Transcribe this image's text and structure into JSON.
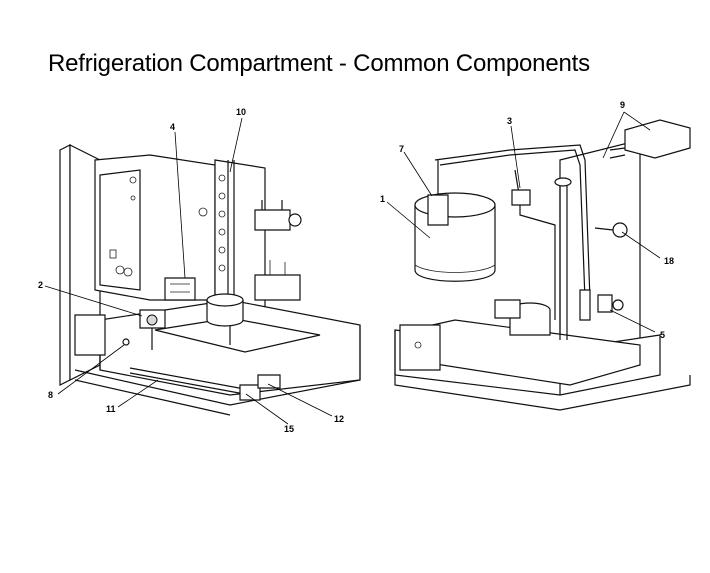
{
  "title": "Refrigeration Compartment - Common Components",
  "callouts": {
    "c1": "1",
    "c2": "2",
    "c3": "3",
    "c4": "4",
    "c5": "5",
    "c7": "7",
    "c8": "8",
    "c9": "9",
    "c10": "10",
    "c11": "11",
    "c12": "12",
    "c15": "15",
    "c18": "18"
  }
}
